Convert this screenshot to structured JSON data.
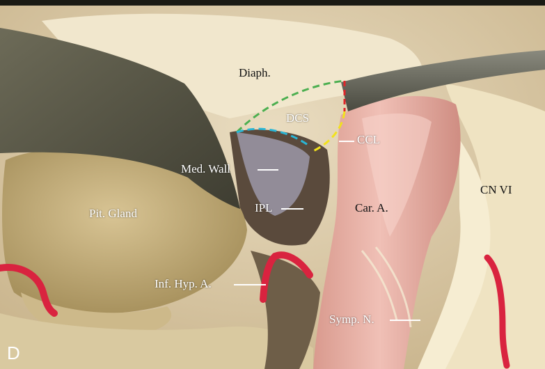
{
  "figure": {
    "panel_letter": "D",
    "labels": {
      "diaph": "Diaph.",
      "dcs": "DCS",
      "ccl": "CCL",
      "med_wall": "Med. Wall",
      "ipl": "IPL",
      "pit_gland": "Pit. Gland",
      "car_a": "Car. A.",
      "cn_vi": "CN VI",
      "inf_hyp_a": "Inf. Hyp. A.",
      "symp_n": "Symp. N."
    },
    "colors": {
      "outline_green": "#4caf50",
      "outline_cyan": "#29b6d6",
      "outline_yellow": "#f2e21c",
      "outline_red": "#e0262a",
      "vessel_red": "#d9233f",
      "tissue_cream": "#efe4c6",
      "carotid_pink": "#eab0a6",
      "instrument_gray": "#5c5a4a"
    }
  }
}
